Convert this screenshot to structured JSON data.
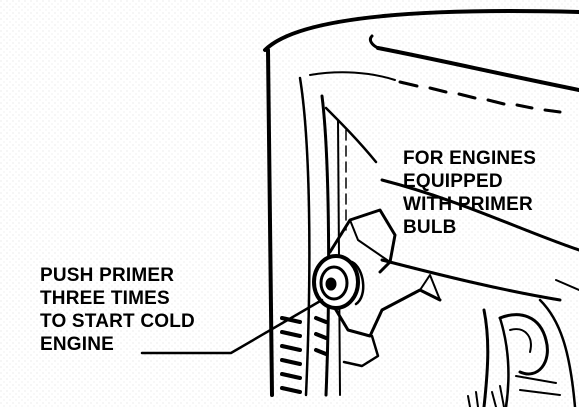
{
  "labels": {
    "engines_equipped": [
      "FOR ENGINES",
      "EQUIPPED",
      "WITH PRIMER",
      "BULB"
    ],
    "push_primer": [
      "PUSH PRIMER",
      "THREE TIMES",
      "TO START COLD",
      "ENGINE"
    ]
  }
}
